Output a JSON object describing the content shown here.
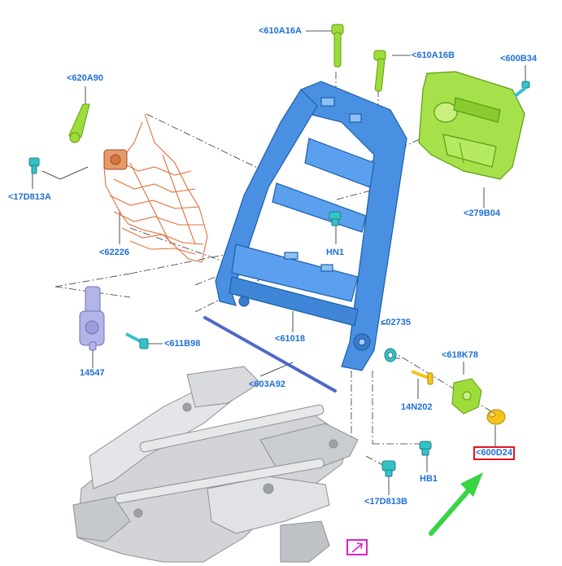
{
  "diagram": {
    "labels": {
      "p610A16A": "<610A16A",
      "p610A16B": "<610A16B",
      "p600B34": "<600B34",
      "p620A90": "<620A90",
      "p17D813A": "<17D813A",
      "p62226": "<62226",
      "pHN1": "HN1",
      "p279B04": "<279B04",
      "p611B98": "<611B98",
      "p14547": "14547",
      "p61018": "<61018",
      "p603A92": "<603A92",
      "p02735": "<02735",
      "p618K78": "<618K78",
      "p14N202": "14N202",
      "p600D24": "<600D24",
      "pHB1": "HB1",
      "p17D813B": "<17D813B"
    },
    "highlighted_label": "p600D24",
    "colors": {
      "label_text": "#1f6fd6",
      "frame_blue": "#4a90e2",
      "bolt_green": "#9edc3a",
      "panel_green": "#a6e04a",
      "wire_orange": "#e2703c",
      "motor_lavender": "#b3b5e8",
      "clip_cyan": "#35c2c8",
      "track_gray": "#d2d4d8",
      "cap_yellow": "#f2c41d",
      "arrow_green": "#37d444",
      "highlight_red": "#e3151a",
      "marker_pink": "#e020c8"
    }
  }
}
